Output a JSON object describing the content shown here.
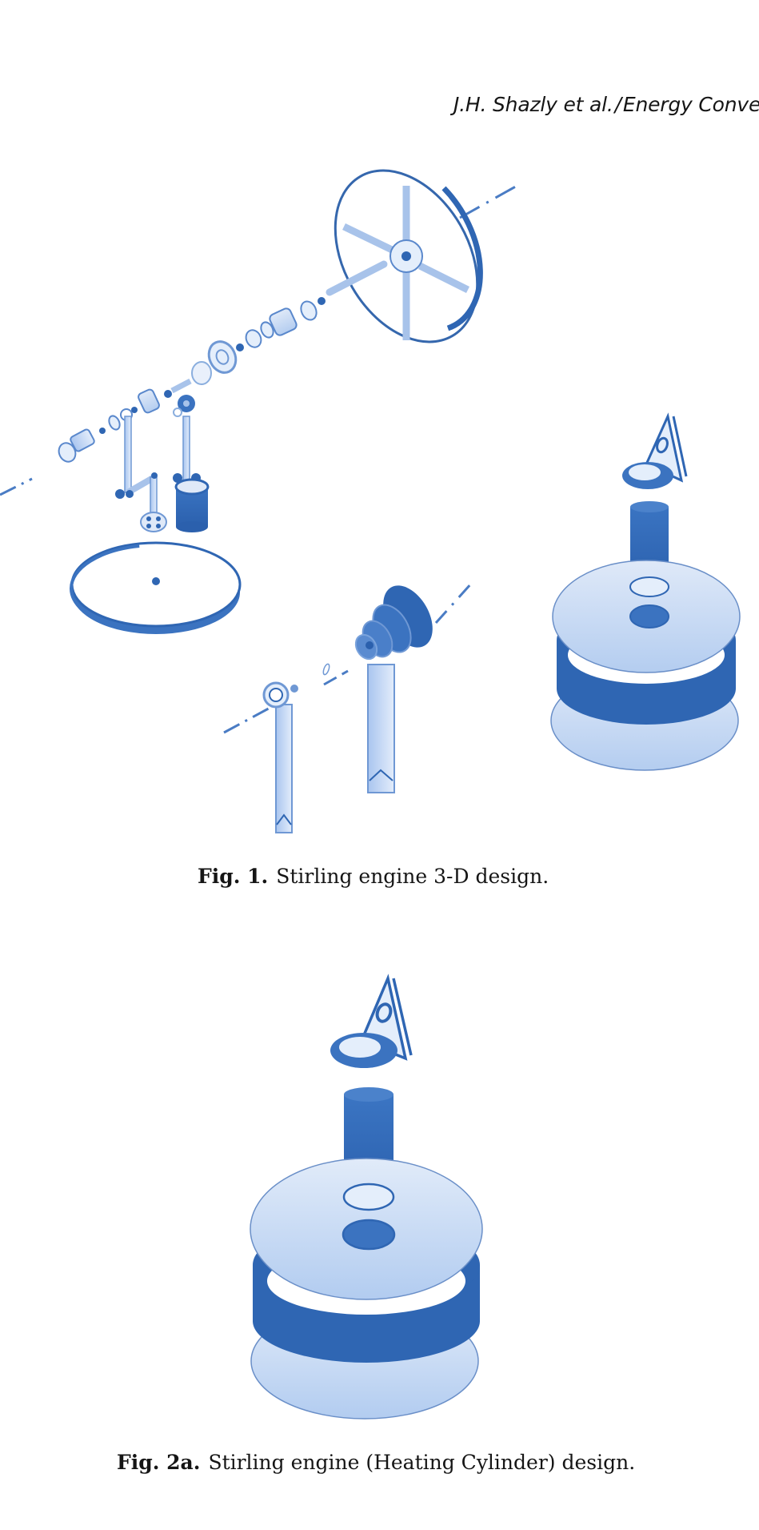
{
  "header": {
    "authors": "J.H. Shazly et al.",
    "separator": "/",
    "journal_fragment": "Energy Conve"
  },
  "figures": [
    {
      "id": "fig1",
      "label": "Fig. 1.",
      "caption": "Stirling engine 3-D design.",
      "parts": [
        "flywheel",
        "crankshaft-assembly",
        "connecting-rods",
        "displacer-cylinder",
        "base-plate",
        "support-posts",
        "stepped-pulley",
        "heating-cylinder-assembly"
      ]
    },
    {
      "id": "fig2a",
      "label": "Fig. 2a.",
      "caption": "Stirling engine (Heating Cylinder) design.",
      "parts": [
        "bracket",
        "power-cylinder",
        "top-plate",
        "ring-spacer",
        "bottom-plate"
      ]
    }
  ],
  "colors": {
    "primary_blue": "#3b73c0",
    "dark_blue": "#2f66b3",
    "light_blue": "#c9dbf5",
    "pale_blue": "#e4eefb",
    "outline": "#3567ad"
  }
}
